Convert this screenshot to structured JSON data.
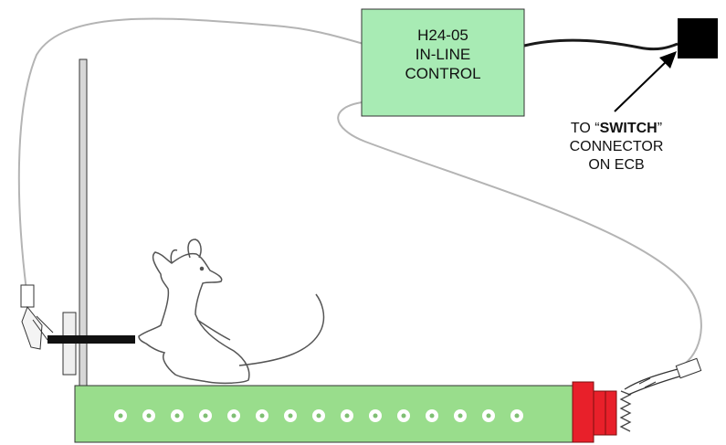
{
  "control_box": {
    "line1": "H24-05",
    "line2": "IN-LINE",
    "line3": "CONTROL"
  },
  "switch_note": {
    "pre": "TO “",
    "bold": "SWITCH",
    "post": "”",
    "line2": "CONNECTOR",
    "line3": "ON ECB"
  },
  "colors": {
    "control_box": "#a8ebb4",
    "platform": "#99dd8c",
    "connector_block": "#e8202a",
    "cable": "#b4b4b4"
  }
}
